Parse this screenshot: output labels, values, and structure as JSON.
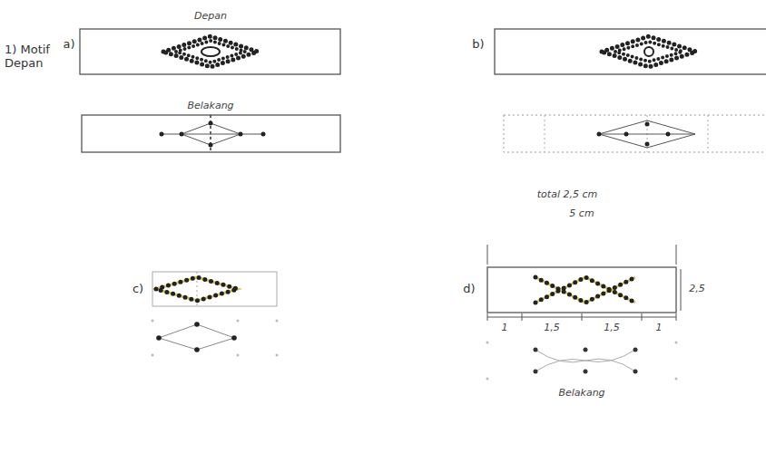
{
  "diagram": {
    "labels": [
      "1) Motif Depan",
      "a)",
      "Depan",
      "Belakang",
      "b)",
      "total 2,5 cm",
      "5 cm",
      "c)",
      "d)",
      "2,5",
      "1",
      "1,5",
      "1,5",
      "1",
      "Belakang"
    ]
  }
}
